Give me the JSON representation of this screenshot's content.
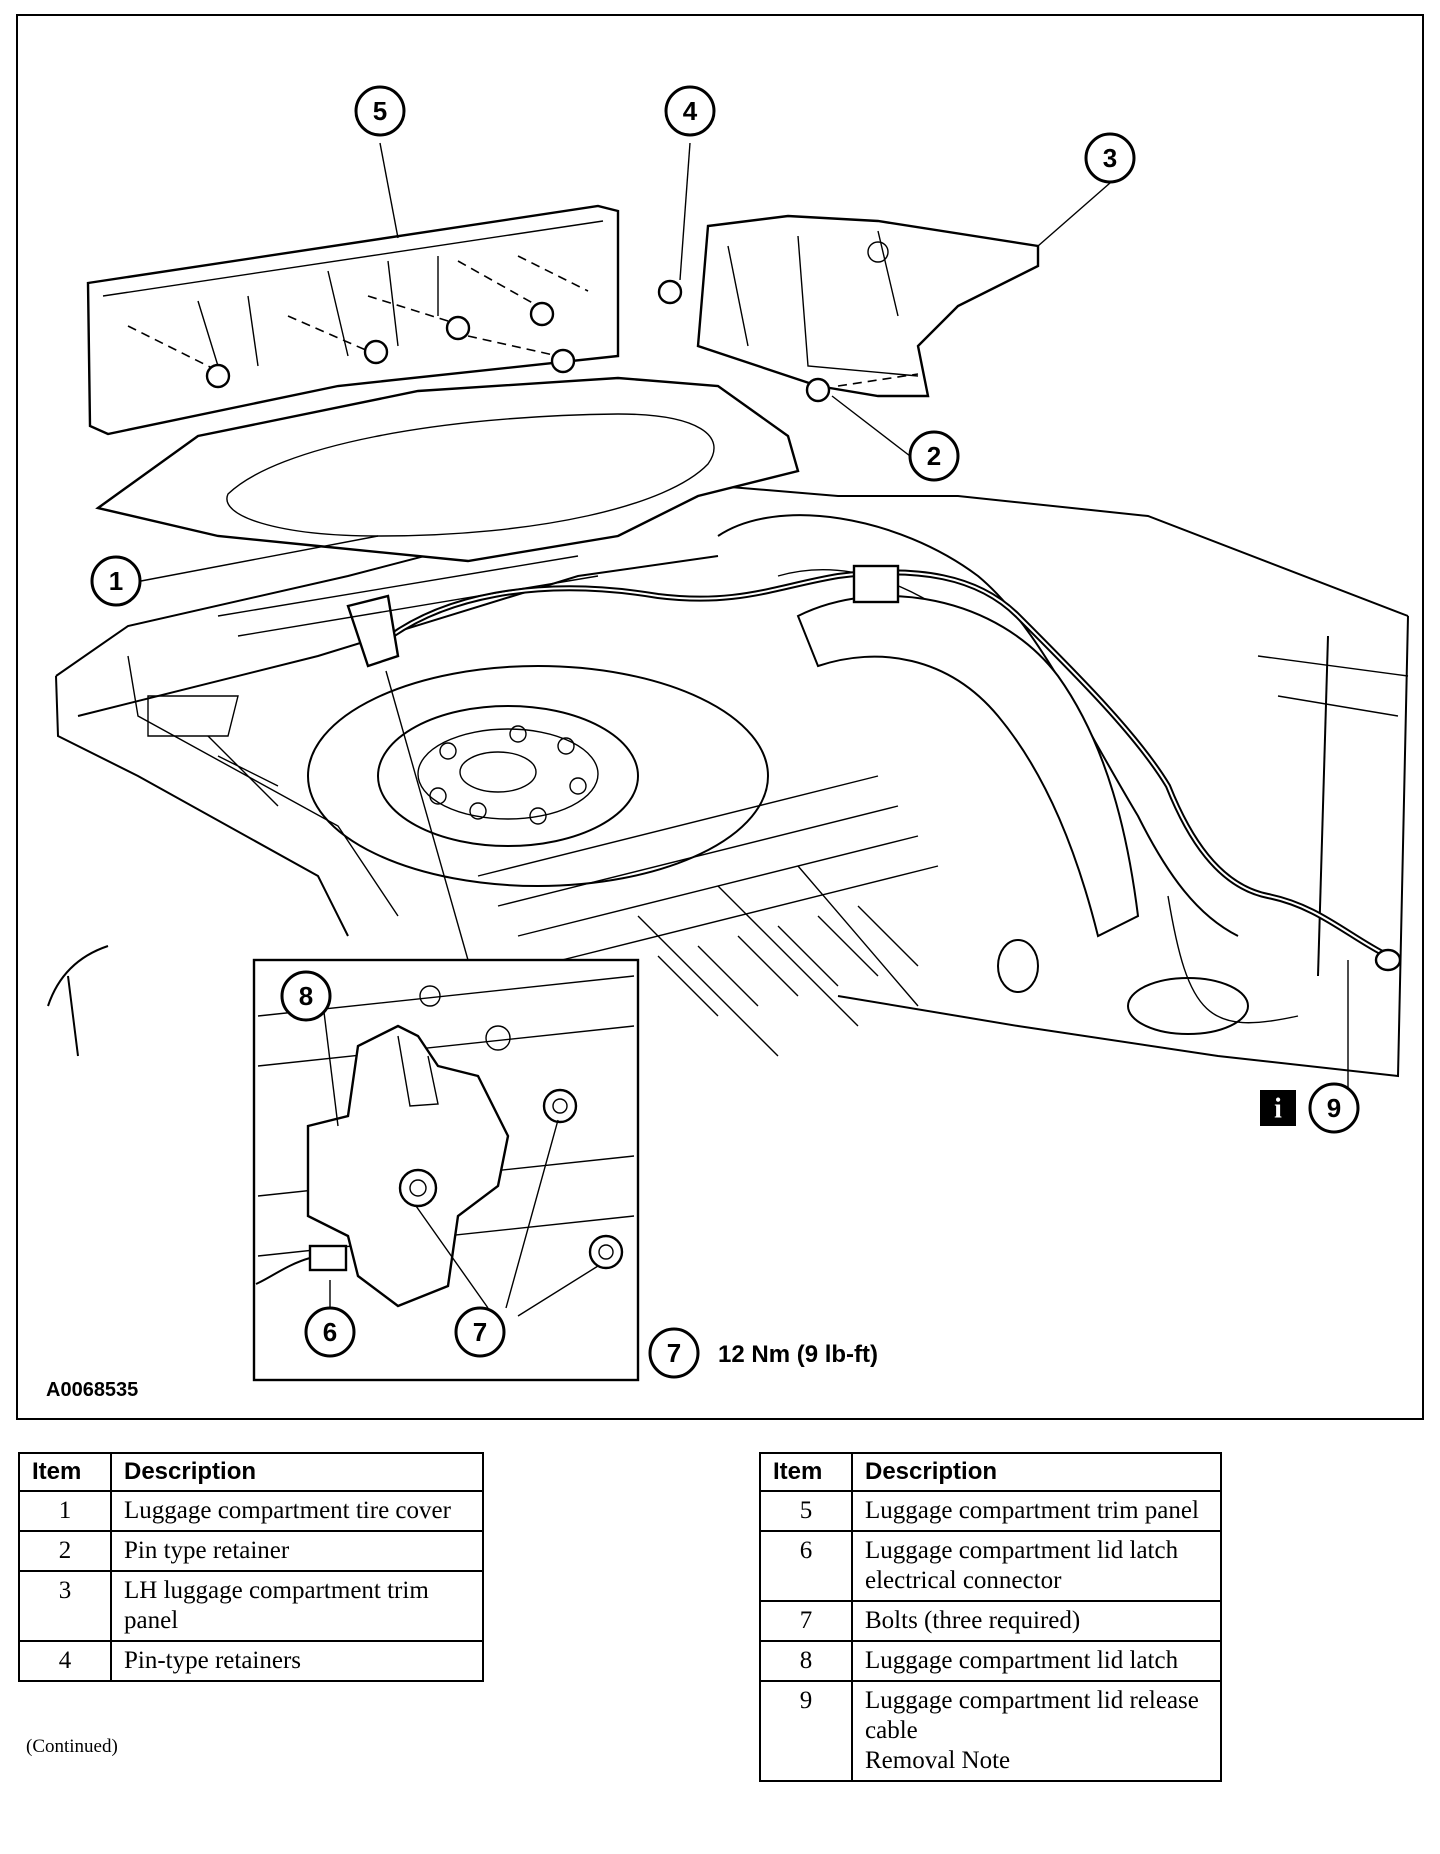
{
  "figure": {
    "figure_id": "A0068535",
    "torque_callout": "7",
    "torque_spec": "12 Nm (9 lb-ft)",
    "info_icon": "i",
    "callouts": [
      "1",
      "2",
      "3",
      "4",
      "5",
      "6",
      "7",
      "8",
      "9"
    ]
  },
  "tables": {
    "left": {
      "headers": [
        "Item",
        "Description"
      ],
      "rows": [
        {
          "item": "1",
          "description": "Luggage compartment tire cover"
        },
        {
          "item": "2",
          "description": "Pin type retainer"
        },
        {
          "item": "3",
          "description": "LH luggage compartment trim panel"
        },
        {
          "item": "4",
          "description": "Pin-type retainers"
        }
      ]
    },
    "right": {
      "headers": [
        "Item",
        "Description"
      ],
      "rows": [
        {
          "item": "5",
          "description": "Luggage compartment trim panel"
        },
        {
          "item": "6",
          "description": "Luggage compartment lid latch electrical connector"
        },
        {
          "item": "7",
          "description": "Bolts (three required)"
        },
        {
          "item": "8",
          "description": "Luggage compartment lid latch"
        },
        {
          "item": "9",
          "description": "Luggage compartment lid release cable\nRemoval Note"
        }
      ]
    }
  },
  "continued_note": "(Continued)"
}
